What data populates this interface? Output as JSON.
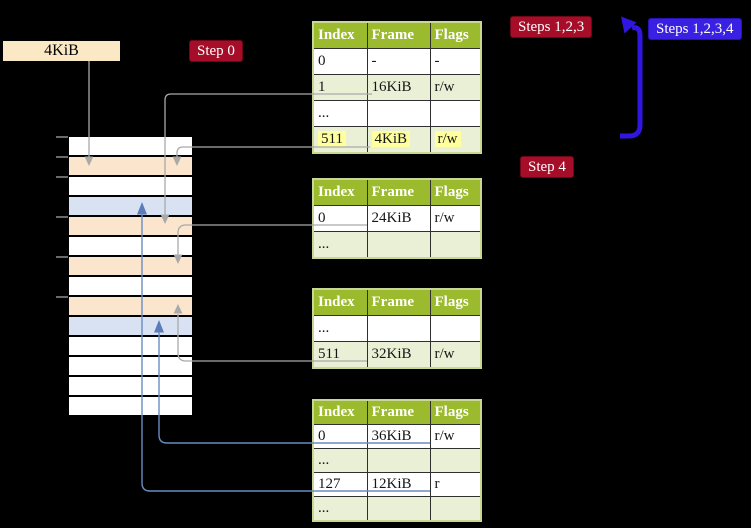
{
  "labels": {
    "page_size": "4KiB",
    "step0": "Step 0",
    "steps_123": "Steps 1,2,3",
    "steps_1234": "Steps 1,2,3,4",
    "step4": "Step 4"
  },
  "colors": {
    "background": "#000000",
    "table_header_green": "#9cba2e",
    "table_row_alt_green": "#eaf0d6",
    "highlight_yellow": "#ffff9d",
    "memory_frame_orange": "#fce5cd",
    "memory_frame_blue": "#d9e2f3",
    "memory_frame_white": "#ffffff",
    "badge_red": "#a50d28",
    "badge_blue": "#3a20e2",
    "label_cream": "#fbe9c6",
    "arrow_gray": "#a9a9a9",
    "arrow_light_blue": "#6b8cc2",
    "arrow_thick_blue": "#3116e2"
  },
  "tables": [
    {
      "headers": [
        "Index",
        "Frame",
        "Flags"
      ],
      "rows": [
        [
          "0",
          "-",
          "-"
        ],
        [
          "1",
          "16KiB",
          "r/w"
        ],
        [
          "...",
          "",
          ""
        ],
        [
          "511",
          "4KiB",
          "r/w"
        ]
      ],
      "highlight_row": 3
    },
    {
      "headers": [
        "Index",
        "Frame",
        "Flags"
      ],
      "rows": [
        [
          "0",
          "24KiB",
          "r/w"
        ],
        [
          "...",
          "",
          ""
        ]
      ],
      "highlight_row": -1
    },
    {
      "headers": [
        "Index",
        "Frame",
        "Flags"
      ],
      "rows": [
        [
          "...",
          "",
          ""
        ],
        [
          "511",
          "32KiB",
          "r/w"
        ]
      ],
      "highlight_row": -1
    },
    {
      "headers": [
        "Index",
        "Frame",
        "Flags"
      ],
      "rows": [
        [
          "0",
          "36KiB",
          "r/w"
        ],
        [
          "...",
          "",
          ""
        ],
        [
          "127",
          "12KiB",
          "r"
        ],
        [
          "...",
          "",
          ""
        ]
      ],
      "highlight_row": -1
    }
  ],
  "memory_strip": {
    "rows": [
      "white",
      "orange",
      "white",
      "blue",
      "orange",
      "white",
      "orange",
      "white",
      "orange",
      "blue",
      "white",
      "white",
      "white",
      "white"
    ]
  }
}
